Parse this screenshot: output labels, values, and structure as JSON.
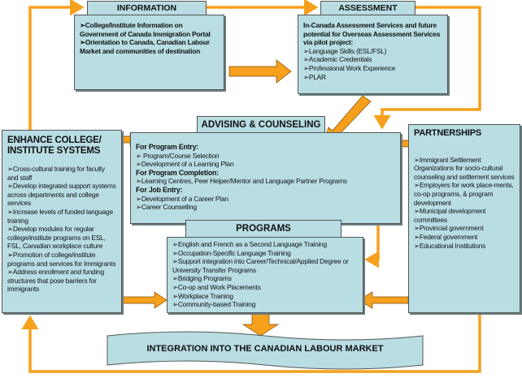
{
  "information": {
    "title": "INFORMATION",
    "items": [
      "➢College/Institute Information on Government of Canada Immigration Portal",
      "➢Orientation to Canada, Canadian Labour Market and  communities of destination"
    ]
  },
  "assessment": {
    "title": "ASSESSMENT",
    "intro": "In-Canada Assessment Services and future potential for Overseas Assessment Services via pilot project:",
    "items": [
      "➢Language Skills (ESL/FSL)",
      "➢Academic Credentials",
      "➢Professional Work Experience",
      "➢PLAR"
    ]
  },
  "advising": {
    "title": "ADVISING & COUNSELING",
    "sections": [
      {
        "heading": "For Program Entry:",
        "items": [
          "➢ Program/Course Selection",
          "➢Development of a Learning Plan"
        ]
      },
      {
        "heading": "For Program Completion:",
        "items": [
          "➢Learning Centres, Peer Helper/Mentor and Language Partner Programs"
        ]
      },
      {
        "heading": "For Job Entry:",
        "items": [
          "➢Development of a Career Plan",
          "➢Career Counselling"
        ]
      }
    ]
  },
  "enhance": {
    "title": "ENHANCE COLLEGE/ INSTITUTE SYSTEMS",
    "items": [
      "➢Cross-cultural training for faculty and staff",
      "➢Develop integrated support systems across departments and college services",
      "➢Increase levels of funded  language training",
      "➢Develop modules for regular college/institute programs on ESL, FSL, Canadian workplace culture",
      "➢Promotion of college/institute programs and services for Immigrants",
      "➢Address enrollment and funding structures that pose barriers for immigrants"
    ]
  },
  "partnerships": {
    "title": "PARTNERSHIPS",
    "items": [
      "➢Immigrant Settlement Organizations for socio-cultural counseling and settlement services",
      "➢Employers for work place-ments, co-op programs, & program development",
      "➢Municipal development committees",
      "➢Provincial government",
      "➢Federal government",
      "➢Educational Institutions"
    ]
  },
  "programs": {
    "title": "PROGRAMS",
    "items": [
      "➢English and French as a Second Language Training",
      "➢Occupation-Specific Language Training",
      "➢Support integration into Career/Technical/Applied Degree or University Transfer Programs",
      "➢Bridging Programs",
      "➢Co-op and Work Placements",
      "➢Workplace Training",
      "➢Community-based Training"
    ]
  },
  "integration": {
    "title": "INTEGRATION INTO THE CANADIAN LABOUR MARKET"
  },
  "colors": {
    "arrow": "#f7a01c",
    "box": "#b8dde3"
  }
}
